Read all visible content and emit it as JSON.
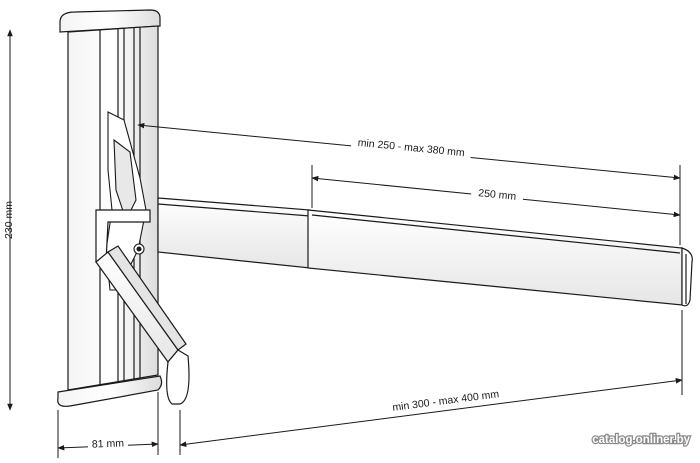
{
  "dimensions": {
    "height": "230 mm",
    "extension_arm": "min 250 - max 380 mm",
    "arm_length": "250 mm",
    "total_reach": "min 300 - max 400 mm",
    "wall_plate_width": "81 mm"
  },
  "watermark": "catalog.onliner.by",
  "colors": {
    "line": "#1a1a1a",
    "fill": "#ffffff",
    "shade": "#d8d8d8"
  }
}
